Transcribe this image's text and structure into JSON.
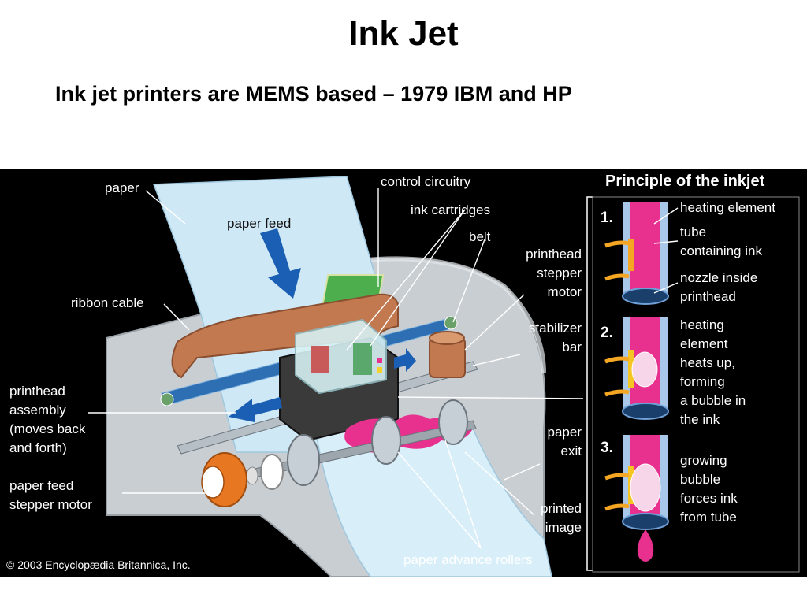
{
  "slide": {
    "title": "Ink Jet",
    "subtitle": "Ink jet printers are MEMS based – 1979 IBM and HP"
  },
  "diagram": {
    "labels": {
      "paper": "paper",
      "paper_feed": "paper feed",
      "control_circuitry": "control circuitry",
      "ink_cartridges": "ink cartridges",
      "belt": "belt",
      "printhead_stepper_motor": [
        "printhead",
        "stepper",
        "motor"
      ],
      "ribbon_cable": "ribbon cable",
      "stabilizer_bar": [
        "stabilizer",
        "bar"
      ],
      "printhead_assembly": [
        "printhead",
        "assembly",
        "(moves back",
        "and forth)"
      ],
      "paper_exit": [
        "paper",
        "exit"
      ],
      "paper_feed_stepper_motor": [
        "paper feed",
        "stepper motor"
      ],
      "printed_image": [
        "printed",
        "image"
      ],
      "paper_advance_rollers": "paper advance rollers"
    },
    "copyright": "© 2003 Encyclopædia Britannica, Inc.",
    "principle": {
      "title": "Principle of the inkjet",
      "steps": [
        {
          "number": "1.",
          "lines": [
            "heating element",
            "tube",
            "containing ink",
            "nozzle inside",
            "printhead"
          ]
        },
        {
          "number": "2.",
          "lines": [
            "heating",
            "element",
            "heats up,",
            "forming",
            "a bubble in",
            "the ink"
          ]
        },
        {
          "number": "3.",
          "lines": [
            "growing",
            "bubble",
            "forces ink",
            "from tube"
          ]
        }
      ]
    },
    "colors": {
      "background": "#000000",
      "paper": "#cfe8f5",
      "ink": "#e8318f",
      "heater": "#f5a623",
      "arrow": "#1a5fb4",
      "tube": "#a9c7e8"
    }
  }
}
